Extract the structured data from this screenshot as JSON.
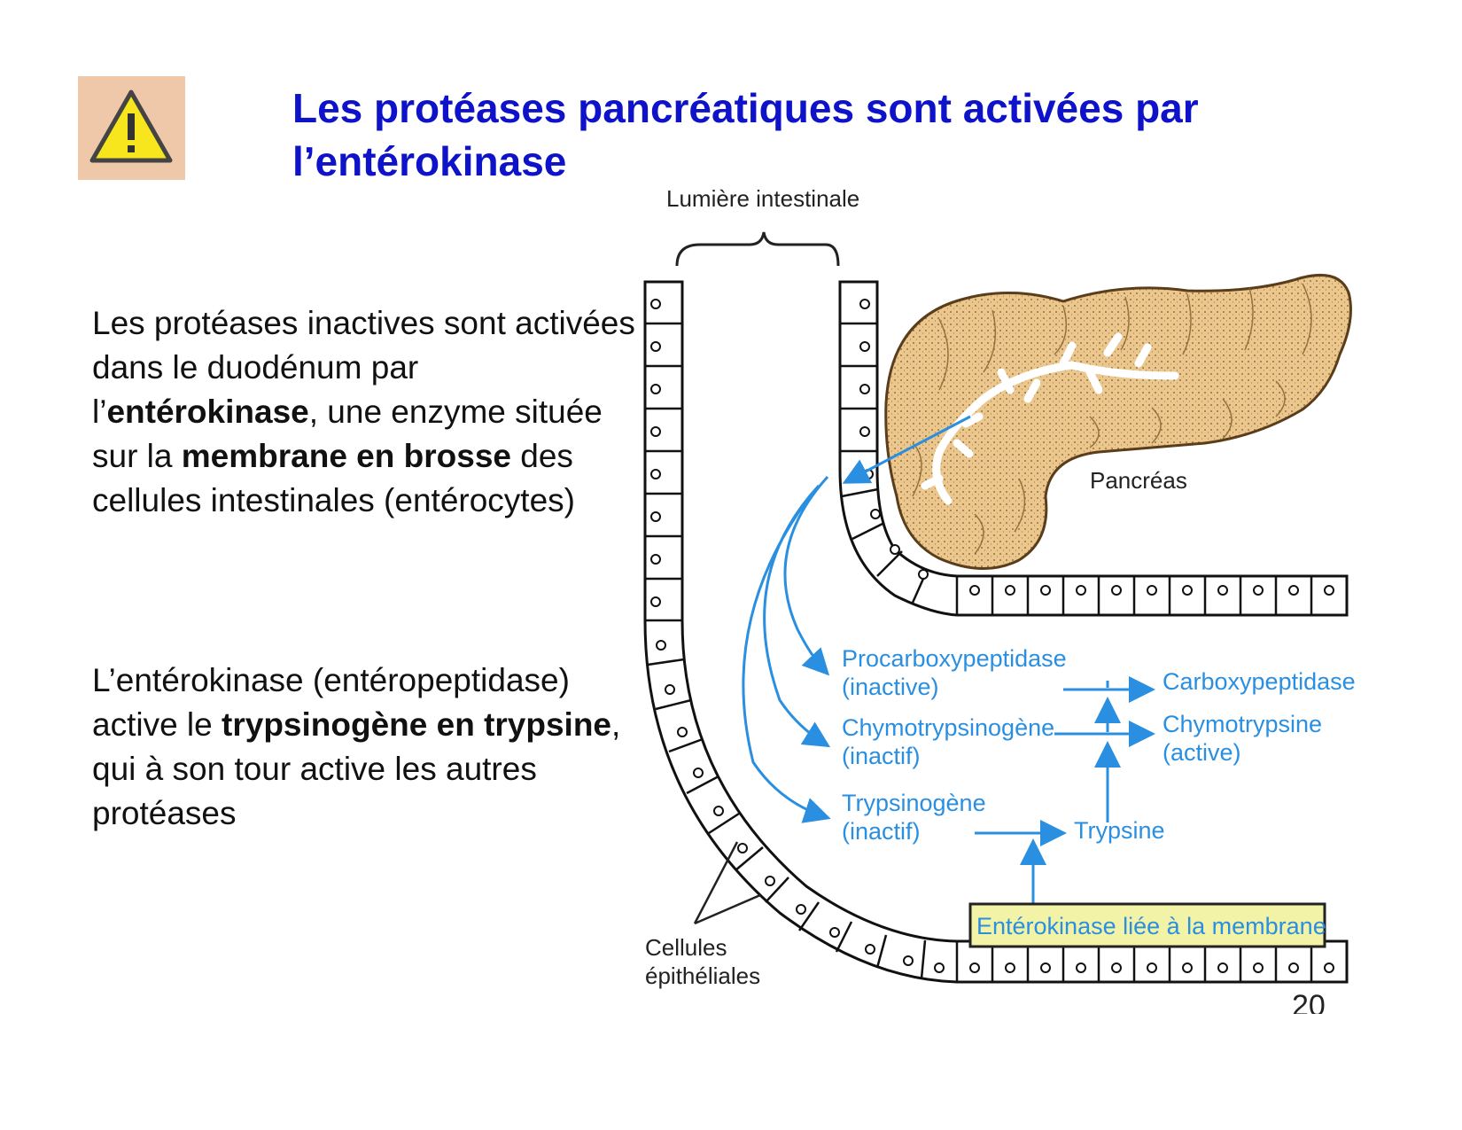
{
  "slide": {
    "title": "Les protéases pancréatiques sont activées par l’entérokinase",
    "warning_icon": "warning-triangle-icon",
    "page_number": "20"
  },
  "paragraph1": {
    "t1": "Les protéases inactives sont activées dans le duodénum par l’",
    "b1": "entérokinase",
    "t2": ", une enzyme située sur la ",
    "b2": "membrane en brosse",
    "t3": " des cellules intestinales (entérocytes)"
  },
  "paragraph2": {
    "t1": "L’entérokinase (entéropeptidase) active le ",
    "b1": "trypsinogène en trypsine",
    "t2": ", qui à son tour active les autres protéases"
  },
  "diagram": {
    "lumen_label": "Lumière intestinale",
    "pancreas_label": "Pancréas",
    "cells_label_1": "Cellules",
    "cells_label_2": "épithéliales",
    "procarboxy_1": "Procarboxypeptidase",
    "procarboxy_2": "(inactive)",
    "carboxy": "Carboxypeptidase",
    "chymotrypsinogen_1": "Chymotrypsinogène",
    "chymotrypsinogen_2": "(inactif)",
    "chymotrypsin_1": "Chymotrypsine",
    "chymotrypsin_2": "(active)",
    "trypsinogen_1": "Trypsinogène",
    "trypsinogen_2": "(inactif)",
    "trypsin": "Trypsine",
    "enterokinase_box": "Entérokinase liée à la membrane",
    "colors": {
      "blue": "#2a8fe0",
      "title_blue": "#0e12c8",
      "pancreas": "#ebc78d",
      "enterokinase_box": "#f3f3a8"
    }
  }
}
